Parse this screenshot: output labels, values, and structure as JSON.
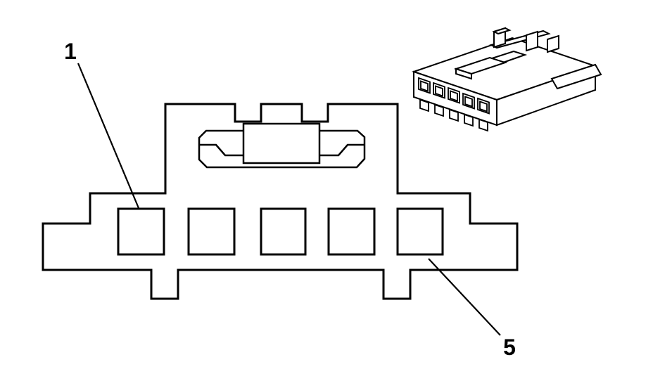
{
  "figure": {
    "background_color": "#ffffff",
    "line_color": "#000000",
    "callouts": [
      {
        "label": "1"
      },
      {
        "label": "5"
      }
    ],
    "front_view": {
      "cavity_count": 5
    },
    "perspective_view": {
      "terminal_slot_count": 5
    }
  }
}
